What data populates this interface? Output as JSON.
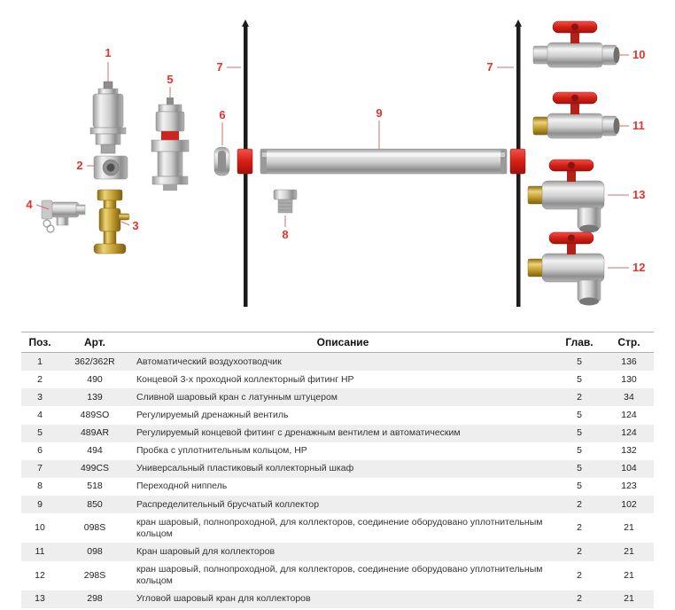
{
  "diagram": {
    "accent_color": "#e8312a",
    "callouts": {
      "n1": "1",
      "n2": "2",
      "n3": "3",
      "n4": "4",
      "n5": "5",
      "n6": "6",
      "n7_left": "7",
      "n7_right": "7",
      "n8": "8",
      "n9": "9",
      "n10": "10",
      "n11": "11",
      "n12": "12",
      "n13": "13"
    }
  },
  "table": {
    "headers": {
      "pos": "Поз.",
      "art": "Арт.",
      "desc": "Описание",
      "chapter": "Глав.",
      "page": "Стр."
    },
    "rows": [
      {
        "pos": "1",
        "art": "362/362R",
        "desc": "Автоматический воздухоотводчик",
        "chapter": "5",
        "page": "136"
      },
      {
        "pos": "2",
        "art": "490",
        "desc": "Концевой 3-х проходной коллекторный фитинг НР",
        "chapter": "5",
        "page": "130"
      },
      {
        "pos": "3",
        "art": "139",
        "desc": "Сливной шаровый кран с латунным штуцером",
        "chapter": "2",
        "page": "34"
      },
      {
        "pos": "4",
        "art": "489SO",
        "desc": "Регулируемый дренажный вентиль",
        "chapter": "5",
        "page": "124"
      },
      {
        "pos": "5",
        "art": "489AR",
        "desc": "Регулируемый концевой фитинг с дренажным вентилем и автоматическим",
        "chapter": "5",
        "page": "124"
      },
      {
        "pos": "6",
        "art": "494",
        "desc": "Пробка с уплотнительным кольцом, НР",
        "chapter": "5",
        "page": "132"
      },
      {
        "pos": "7",
        "art": "499CS",
        "desc": "Универсальный пластиковый коллекторный шкаф",
        "chapter": "5",
        "page": "104"
      },
      {
        "pos": "8",
        "art": "518",
        "desc": "Переходной ниппель",
        "chapter": "5",
        "page": "123"
      },
      {
        "pos": "9",
        "art": "850",
        "desc": "Распределительный брусчатый коллектор",
        "chapter": "2",
        "page": "102"
      },
      {
        "pos": "10",
        "art": "098S",
        "desc": "кран шаровый, полнопроходной, для коллекторов, соединение оборудовано уплотнительным кольцом",
        "chapter": "2",
        "page": "21"
      },
      {
        "pos": "11",
        "art": "098",
        "desc": "Кран шаровый для коллекторов",
        "chapter": "2",
        "page": "21"
      },
      {
        "pos": "12",
        "art": "298S",
        "desc": "кран шаровый, полнопроходной, для коллекторов, соединение оборудовано уплотнительным кольцом",
        "chapter": "2",
        "page": "21"
      },
      {
        "pos": "13",
        "art": "298",
        "desc": "Угловой шаровый кран для коллекторов",
        "chapter": "2",
        "page": "21"
      }
    ]
  }
}
